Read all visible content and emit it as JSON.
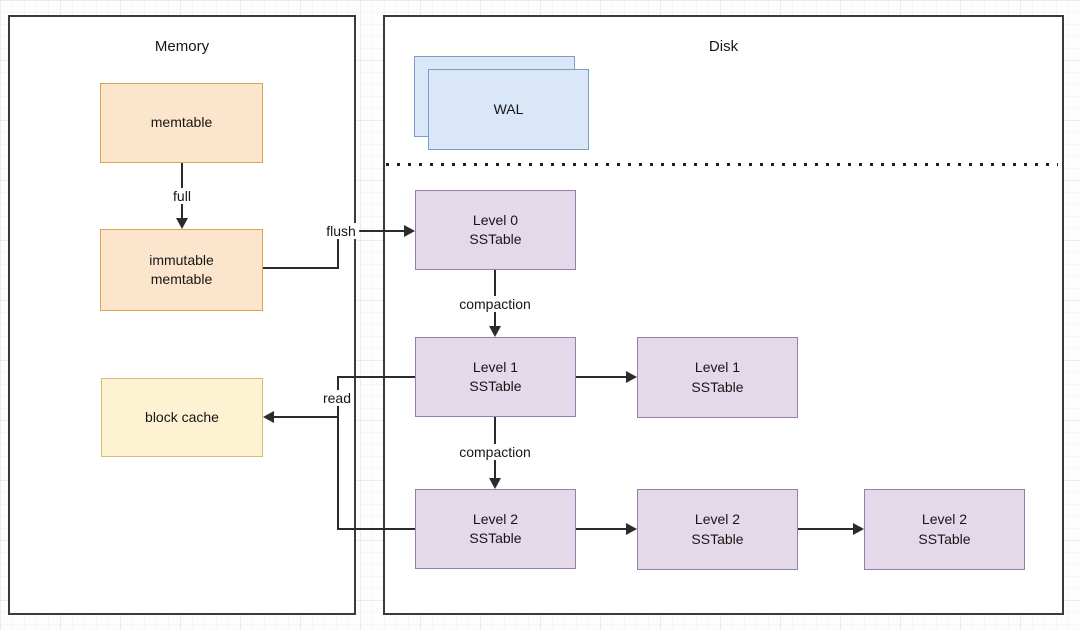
{
  "diagram": {
    "memory": {
      "title": "Memory",
      "nodes": {
        "memtable": "memtable",
        "immutable_memtable": "immutable\nmemtable",
        "block_cache": "block cache"
      }
    },
    "disk": {
      "title": "Disk",
      "nodes": {
        "wal": "WAL",
        "level0": "Level 0\nSSTable",
        "level1a": "Level 1\nSSTable",
        "level1b": "Level 1\nSSTable",
        "level2a": "Level 2\nSSTable",
        "level2b": "Level 2\nSSTable",
        "level2c": "Level 2\nSSTable"
      }
    },
    "edge_labels": {
      "full": "full",
      "flush": "flush",
      "read": "read",
      "compaction_0_1": "compaction",
      "compaction_1_2": "compaction"
    }
  },
  "colors": {
    "memtable_fill": "#fbe5cd",
    "memtable_border": "#dda351",
    "cache_fill": "#fdf3d2",
    "cache_border": "#d9bd6f",
    "wal_fill": "#d9e7f8",
    "wal_border": "#7d9dc8",
    "sstable_fill": "#e3d9e9",
    "sstable_border": "#9a7cab",
    "container_border": "#3a3a3a",
    "line": "#2b2b2b",
    "text": "#161616"
  }
}
